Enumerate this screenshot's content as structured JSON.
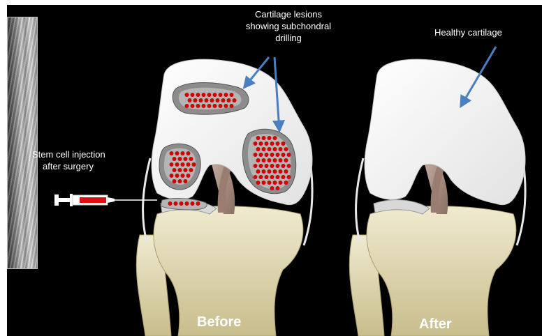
{
  "labels": {
    "lesion_line1": "Cartilage lesions",
    "lesion_line2": "showing subchondral",
    "lesion_line3": "drilling",
    "healthy": "Healthy cartilage",
    "injection_line1": "Stem cell injection",
    "injection_line2": "after surgery",
    "before": "Before",
    "after": "After"
  },
  "colors": {
    "background": "#000000",
    "bone": "#e6ddb4",
    "cartilage": "#f4f4f4",
    "lesion_dot": "#d40000",
    "arrow": "#4a7fc1",
    "syringe_fluid": "#e01010"
  }
}
